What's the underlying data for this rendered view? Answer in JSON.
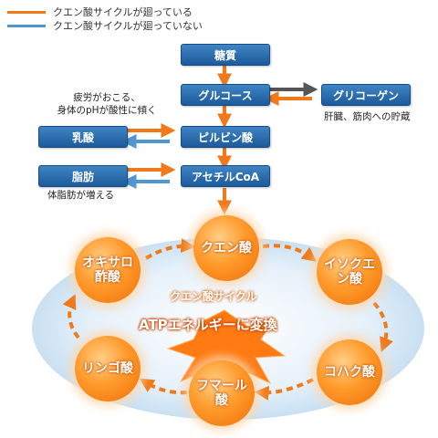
{
  "colors": {
    "active": "#f07a1a",
    "inactive": "#4f97d0",
    "box": "#1f5f9f",
    "glycogen_arrow": "#555555"
  },
  "legend": {
    "active_label": "クエン酸サイクルが廻っている",
    "inactive_label": "クエン酸サイクルが廻っていない"
  },
  "boxes": {
    "sugar": "糖質",
    "glucose": "グルコース",
    "glycogen": "グリコーゲン",
    "lactic_acid": "乳酸",
    "pyruvic_acid": "ピルビン酸",
    "fat": "脂肪",
    "acetyl_coa": "アセチルCoA"
  },
  "notes": {
    "fatigue_line1": "疲労がおこる、",
    "fatigue_line2": "身体のpHが酸性に傾く",
    "glycogen_storage": "肝臓、筋肉への貯蔵",
    "body_fat": "体脂肪が増える"
  },
  "cycle": {
    "label": "クエン酸サイクル",
    "center_label": "ATPエネルギーに変換",
    "nodes": {
      "citric": "クエン酸",
      "isocitric": "イソクエン酸",
      "succinic": "コハク酸",
      "fumaric": "フマール酸",
      "malic": "リンゴ酸",
      "oxaloacetic": "オキサロ酢酸"
    }
  }
}
